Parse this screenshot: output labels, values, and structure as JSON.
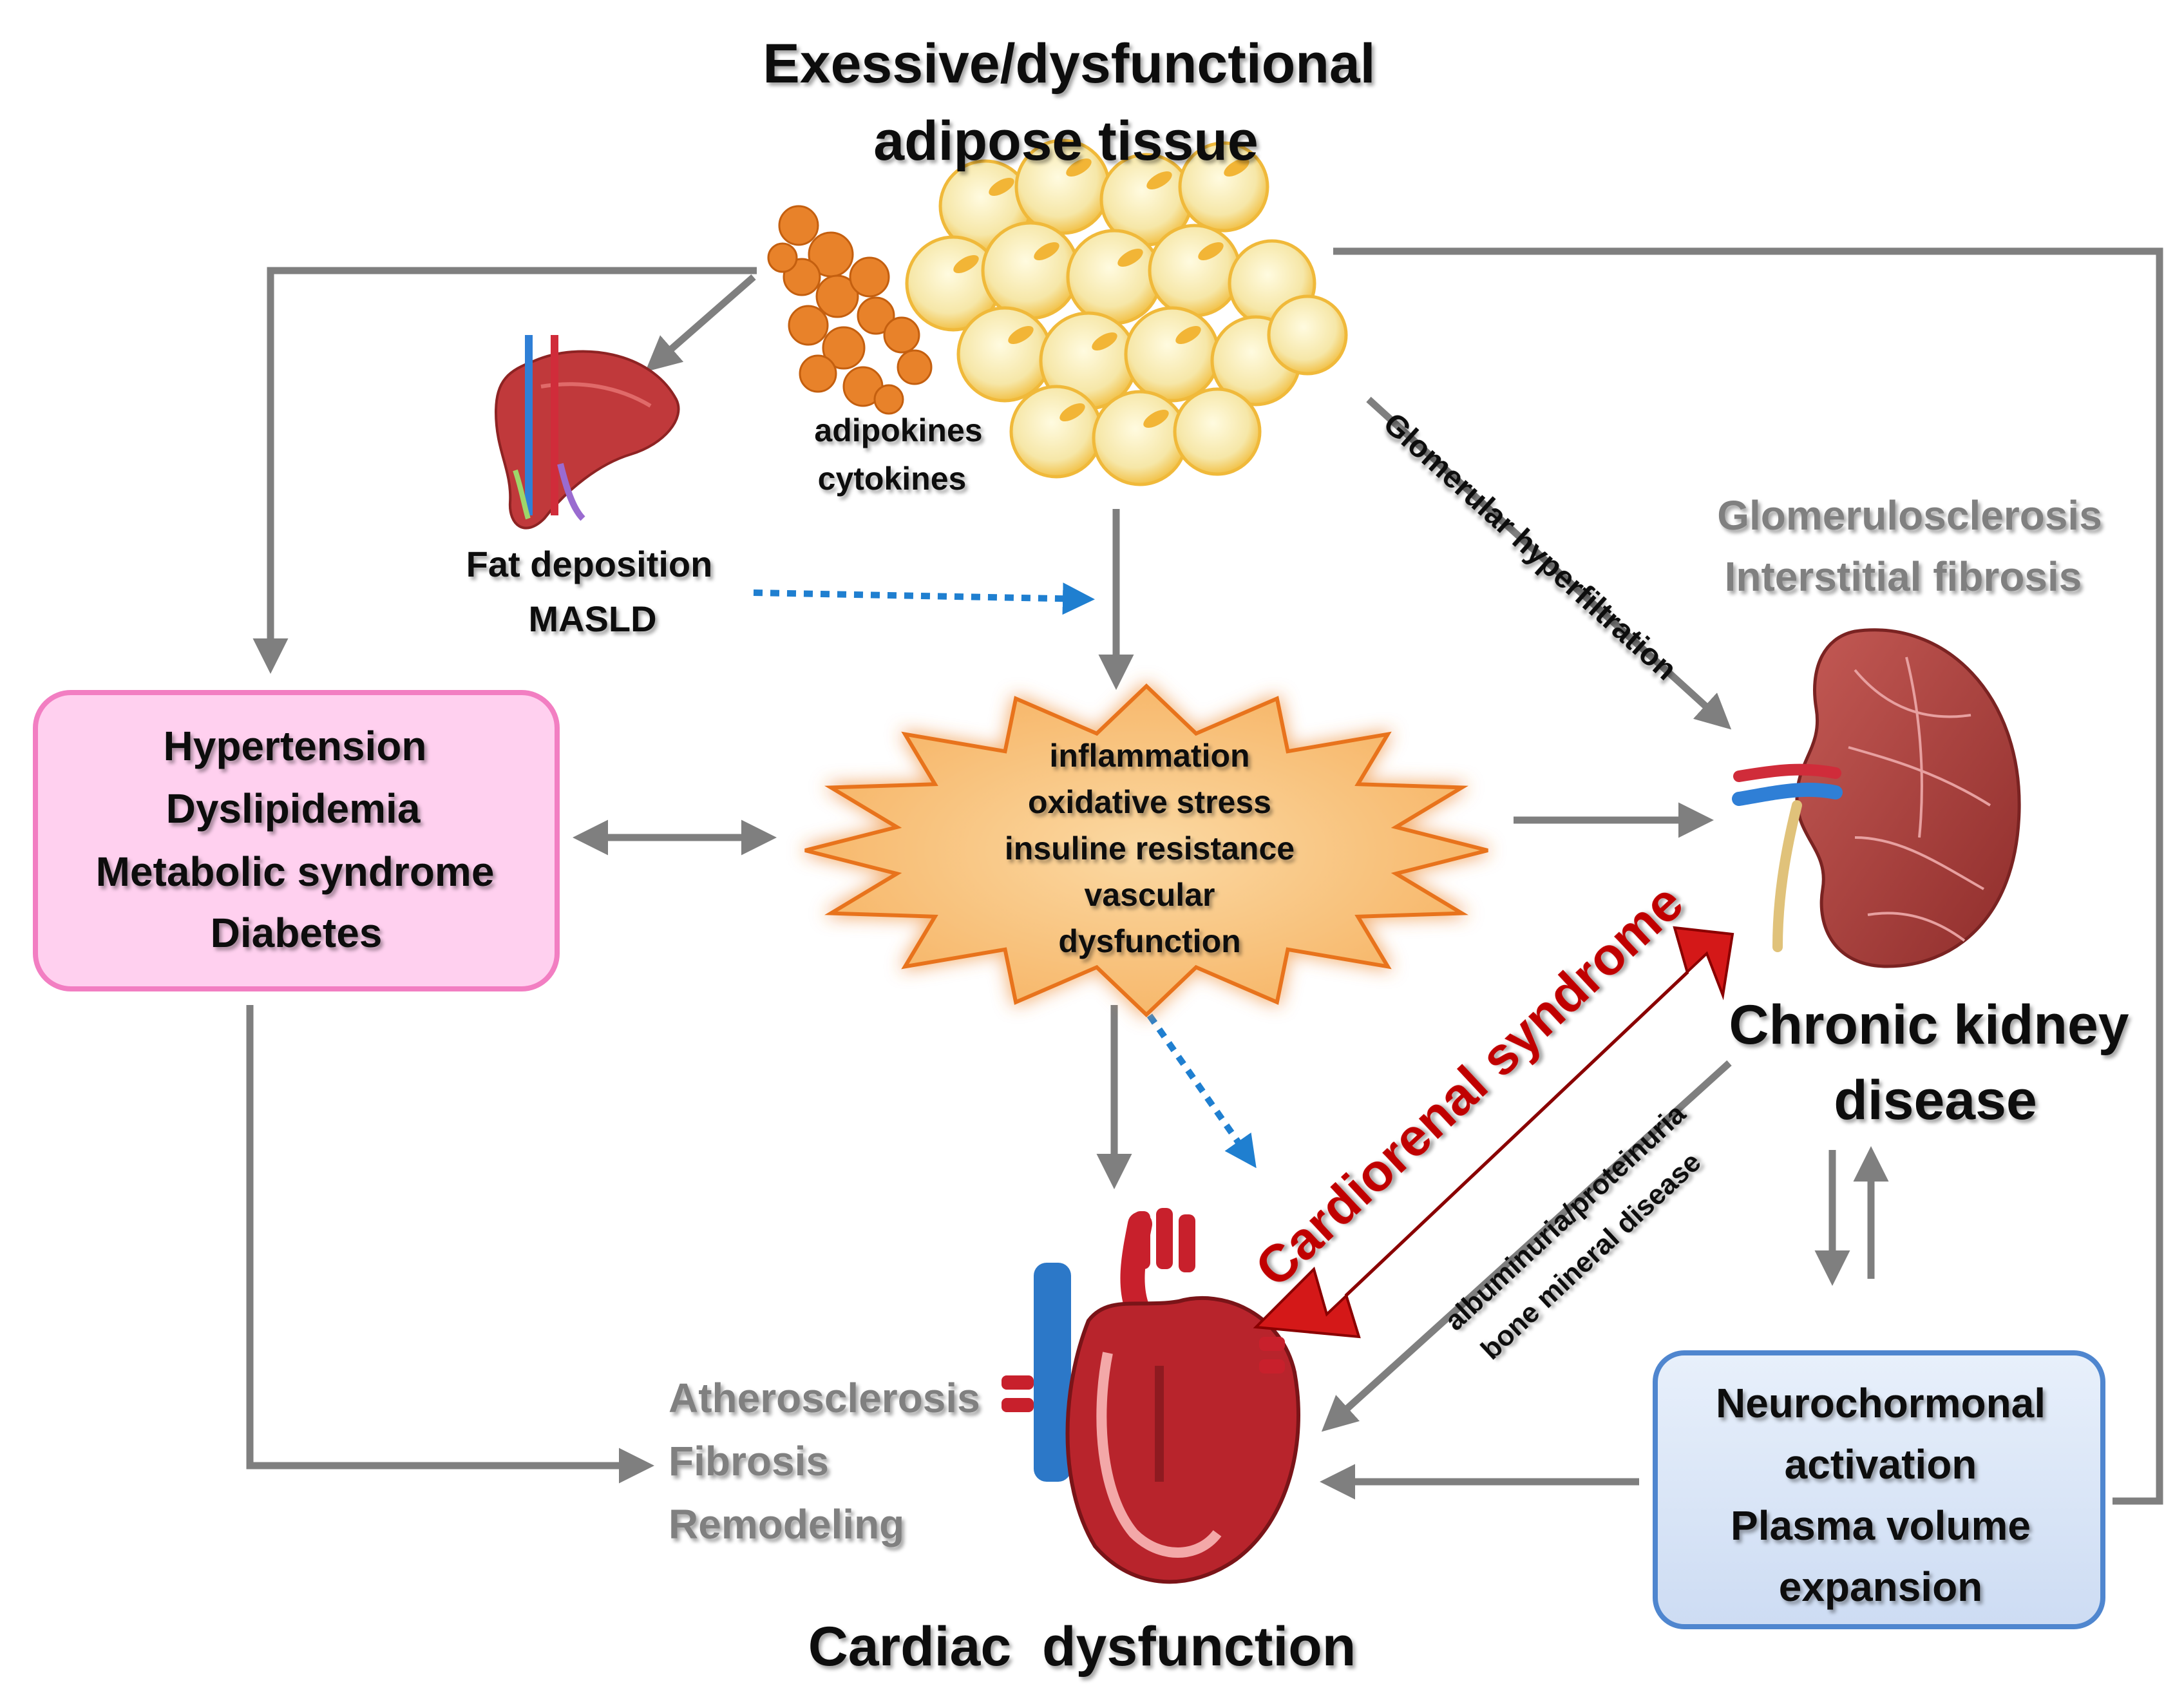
{
  "adipose": {
    "title_line1": "Exessive/dysfunctional",
    "title_line2": "adipose tissue",
    "adipokines": "adipokines",
    "cytokines": "cytokines"
  },
  "liver": {
    "fat_deposition": "Fat deposition",
    "masld": "MASLD"
  },
  "risk_box": {
    "line1": "Hypertension",
    "line2": "Dyslipidemia",
    "line3": "Metabolic syndrome",
    "line4": "Diabetes",
    "fill_color": "#ffd0ef",
    "border_color": "#f27ec2"
  },
  "starburst": {
    "line1": "inflammation",
    "line2": "oxidative stress",
    "line3": "insuline resistance",
    "line4": "vascular",
    "line5": "dysfunction",
    "fill_color": "#f9c27a",
    "border_color": "#e8731a"
  },
  "kidney": {
    "lesion1": "Glomerulosclerosis",
    "lesion2": "Interstitial fibrosis",
    "title_line1": "Chronic kidney",
    "title_line2": "disease"
  },
  "heart": {
    "lesion1": "Atherosclerosis",
    "lesion2": "Fibrosis",
    "lesion3": "Remodeling",
    "title": "Cardiac  dysfunction"
  },
  "neuro_box": {
    "line1": "Neurochormonal",
    "line2": "activation",
    "line3": "Plasma volume",
    "line4": "expansion",
    "fill_color": "#dbe7f7",
    "border_color": "#4f86cf"
  },
  "arrow_labels": {
    "glomerular": "Glomerular hyperfiltration",
    "cardiorenal": "Cardiorenal syndrome",
    "albuminuria": "albuminuria/proteinuria",
    "bone": "bone mineral disease"
  },
  "colors": {
    "arrow_gray": "#7f7f7f",
    "dotted_blue": "#1f7fd0",
    "cardiorenal_red": "#c00000"
  }
}
